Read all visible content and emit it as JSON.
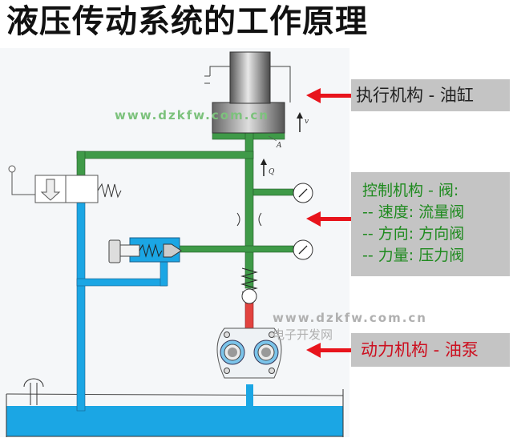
{
  "title": "液压传动系统的工作原理",
  "labels": {
    "actuator": "执行机构 - 油缸",
    "control_title": "控制机构 - 阀:",
    "control_items": [
      "-- 速度: 流量阀",
      "-- 方向: 方向阀",
      "-- 力量:  压力阀"
    ],
    "power": "动力机构 - 油泵"
  },
  "symbols": {
    "velocity": "v",
    "area": "A",
    "flow": "Q"
  },
  "watermarks": {
    "url_top": "www.dzkfw.com.cn",
    "url_bottom": "www.dzkfw.com.cn",
    "site_name": "电子开发网"
  },
  "colors": {
    "pressure_line": "#3f9a48",
    "return_line": "#1e9fe0",
    "suction_line": "#e2433f",
    "arrow": "#e8141c",
    "label_bg": "#c4c4c4",
    "control_text": "#1e8a1e",
    "power_text": "#cc1020"
  }
}
